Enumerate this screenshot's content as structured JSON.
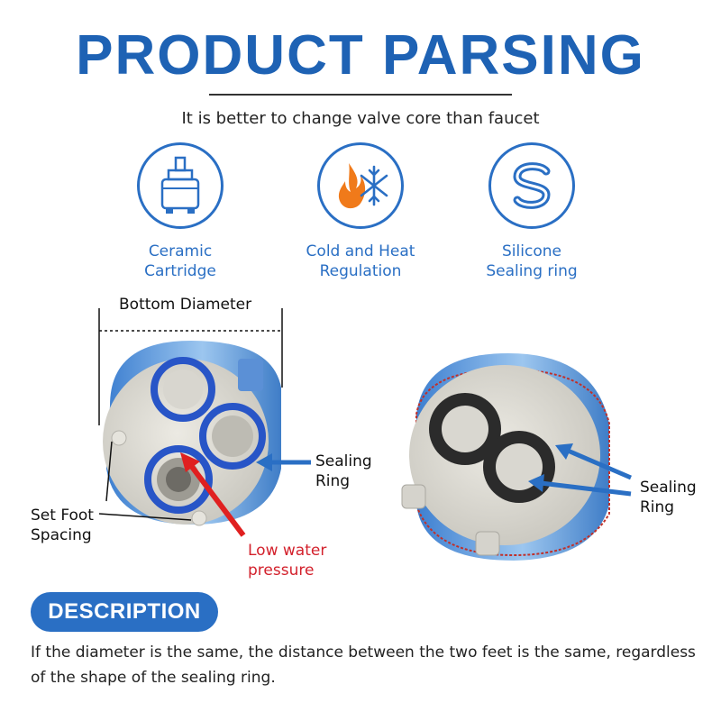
{
  "header": {
    "title": "PRODUCT PARSING",
    "subtitle": "It is better to change valve core than faucet"
  },
  "features": [
    {
      "icon": "cartridge-icon",
      "label_line1": "Ceramic",
      "label_line2": "Cartridge"
    },
    {
      "icon": "flame-snowflake-icon",
      "label_line1": "Cold and Heat",
      "label_line2": "Regulation"
    },
    {
      "icon": "sealing-ring-icon",
      "label_line1": "Silicone",
      "label_line2": "Sealing ring"
    }
  ],
  "annotations": {
    "bottom_diameter": "Bottom Diameter",
    "sealing_ring_left_1": "Sealing",
    "sealing_ring_left_2": "Ring",
    "sealing_ring_right_1": "Sealing",
    "sealing_ring_right_2": "Ring",
    "set_foot_1": "Set Foot",
    "set_foot_2": "Spacing",
    "low_water_1": "Low water",
    "low_water_2": "pressure"
  },
  "description": {
    "heading": "DESCRIPTION",
    "text": "If the diameter is the same, the distance between the two feet is the same, regardless of the shape of the sealing ring."
  },
  "colors": {
    "brand_blue": "#1e62b4",
    "icon_blue": "#2a6fc4",
    "warning_red": "#d3212c",
    "flame_orange": "#f07a1a"
  }
}
